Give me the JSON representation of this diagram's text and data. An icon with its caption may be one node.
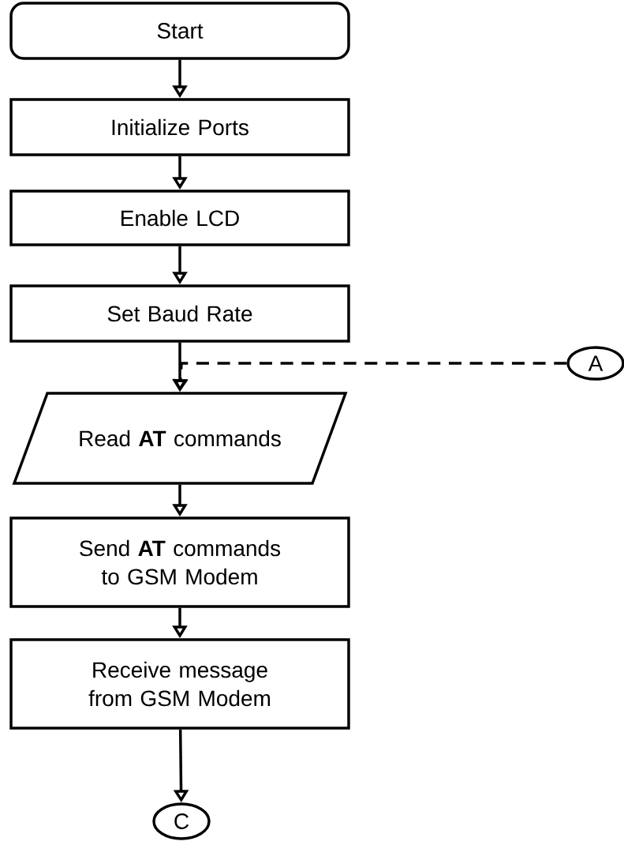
{
  "diagram": {
    "nodes": [
      {
        "text": [
          "Start"
        ]
      },
      {
        "text": [
          "Initialize Ports"
        ]
      },
      {
        "text": [
          "Enable LCD"
        ]
      },
      {
        "text": [
          "Set Baud Rate"
        ]
      },
      {
        "text": [
          "Read **AT** commands"
        ]
      },
      {
        "text": [
          "Send **AT** commands to GSM Modem"
        ]
      },
      {
        "text": [
          "Receive message from GSM Modem"
        ]
      },
      {
        "text": [
          "A"
        ]
      },
      {
        "text": [
          "C"
        ]
      }
    ],
    "edges": [
      {
        "from": 0,
        "to": 1,
        "arrow": "to"
      },
      {
        "from": 1,
        "to": 2,
        "arrow": "to"
      },
      {
        "from": 2,
        "to": 3,
        "arrow": "to"
      },
      {
        "from": 3,
        "to": 4,
        "arrow": "to"
      },
      {
        "from": 7,
        "to": 4,
        "arrow": "to",
        "style": "dashed"
      },
      {
        "from": 5,
        "to": 6,
        "arrow": "to"
      },
      {
        "from": 4,
        "to": 5,
        "arrow": "to"
      },
      {
        "from": 6,
        "to": 8,
        "arrow": "to"
      }
    ]
  }
}
